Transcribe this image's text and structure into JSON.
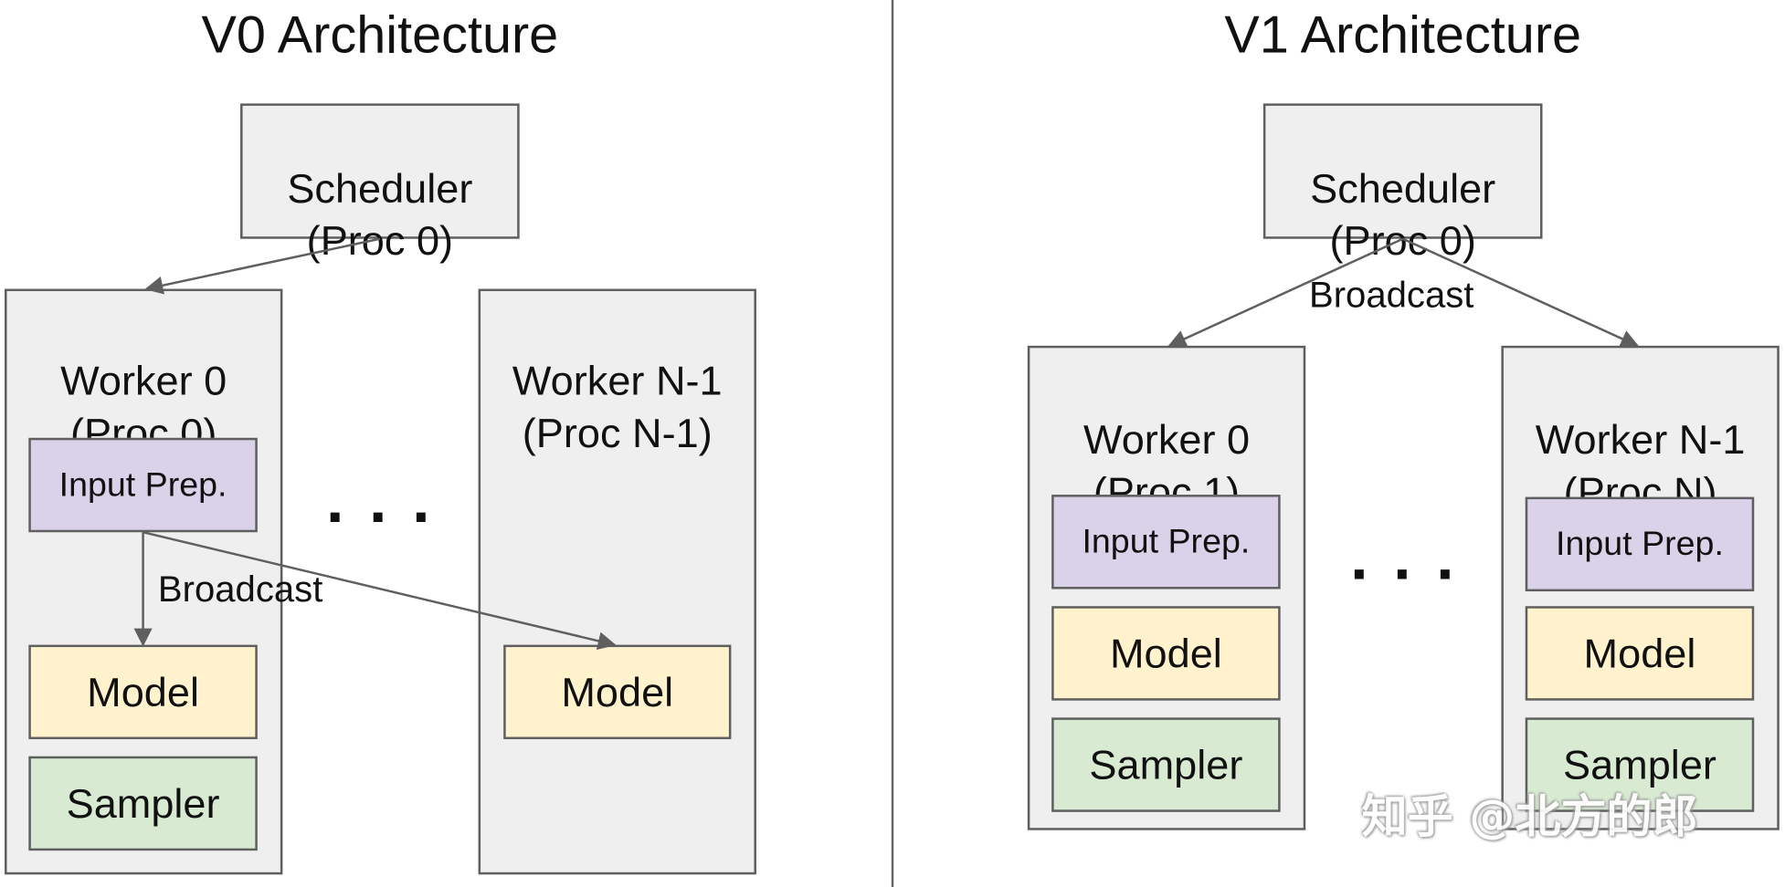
{
  "v0": {
    "title": "V0 Architecture",
    "scheduler": "Scheduler\n(Proc 0)",
    "worker0": "Worker 0\n(Proc 0)",
    "workerN": "Worker N-1\n(Proc N-1)",
    "input_prep": "Input Prep.",
    "model": "Model",
    "sampler": "Sampler",
    "broadcast": "Broadcast",
    "ellipsis": "..."
  },
  "v1": {
    "title": "V1 Architecture",
    "scheduler": "Scheduler\n(Proc 0)",
    "worker0": "Worker 0\n(Proc 1)",
    "workerN": "Worker N-1\n(Proc N)",
    "input_prep": "Input Prep.",
    "model": "Model",
    "sampler": "Sampler",
    "broadcast": "Broadcast",
    "ellipsis": "..."
  },
  "watermark": "知乎 @北方的郎",
  "colors": {
    "box_fill": "#efefef",
    "border": "#5f5f5f",
    "input_prep": "#d9d2e9",
    "model": "#fff2cc",
    "sampler": "#d9ead3",
    "arrow": "#5f5f5f"
  }
}
